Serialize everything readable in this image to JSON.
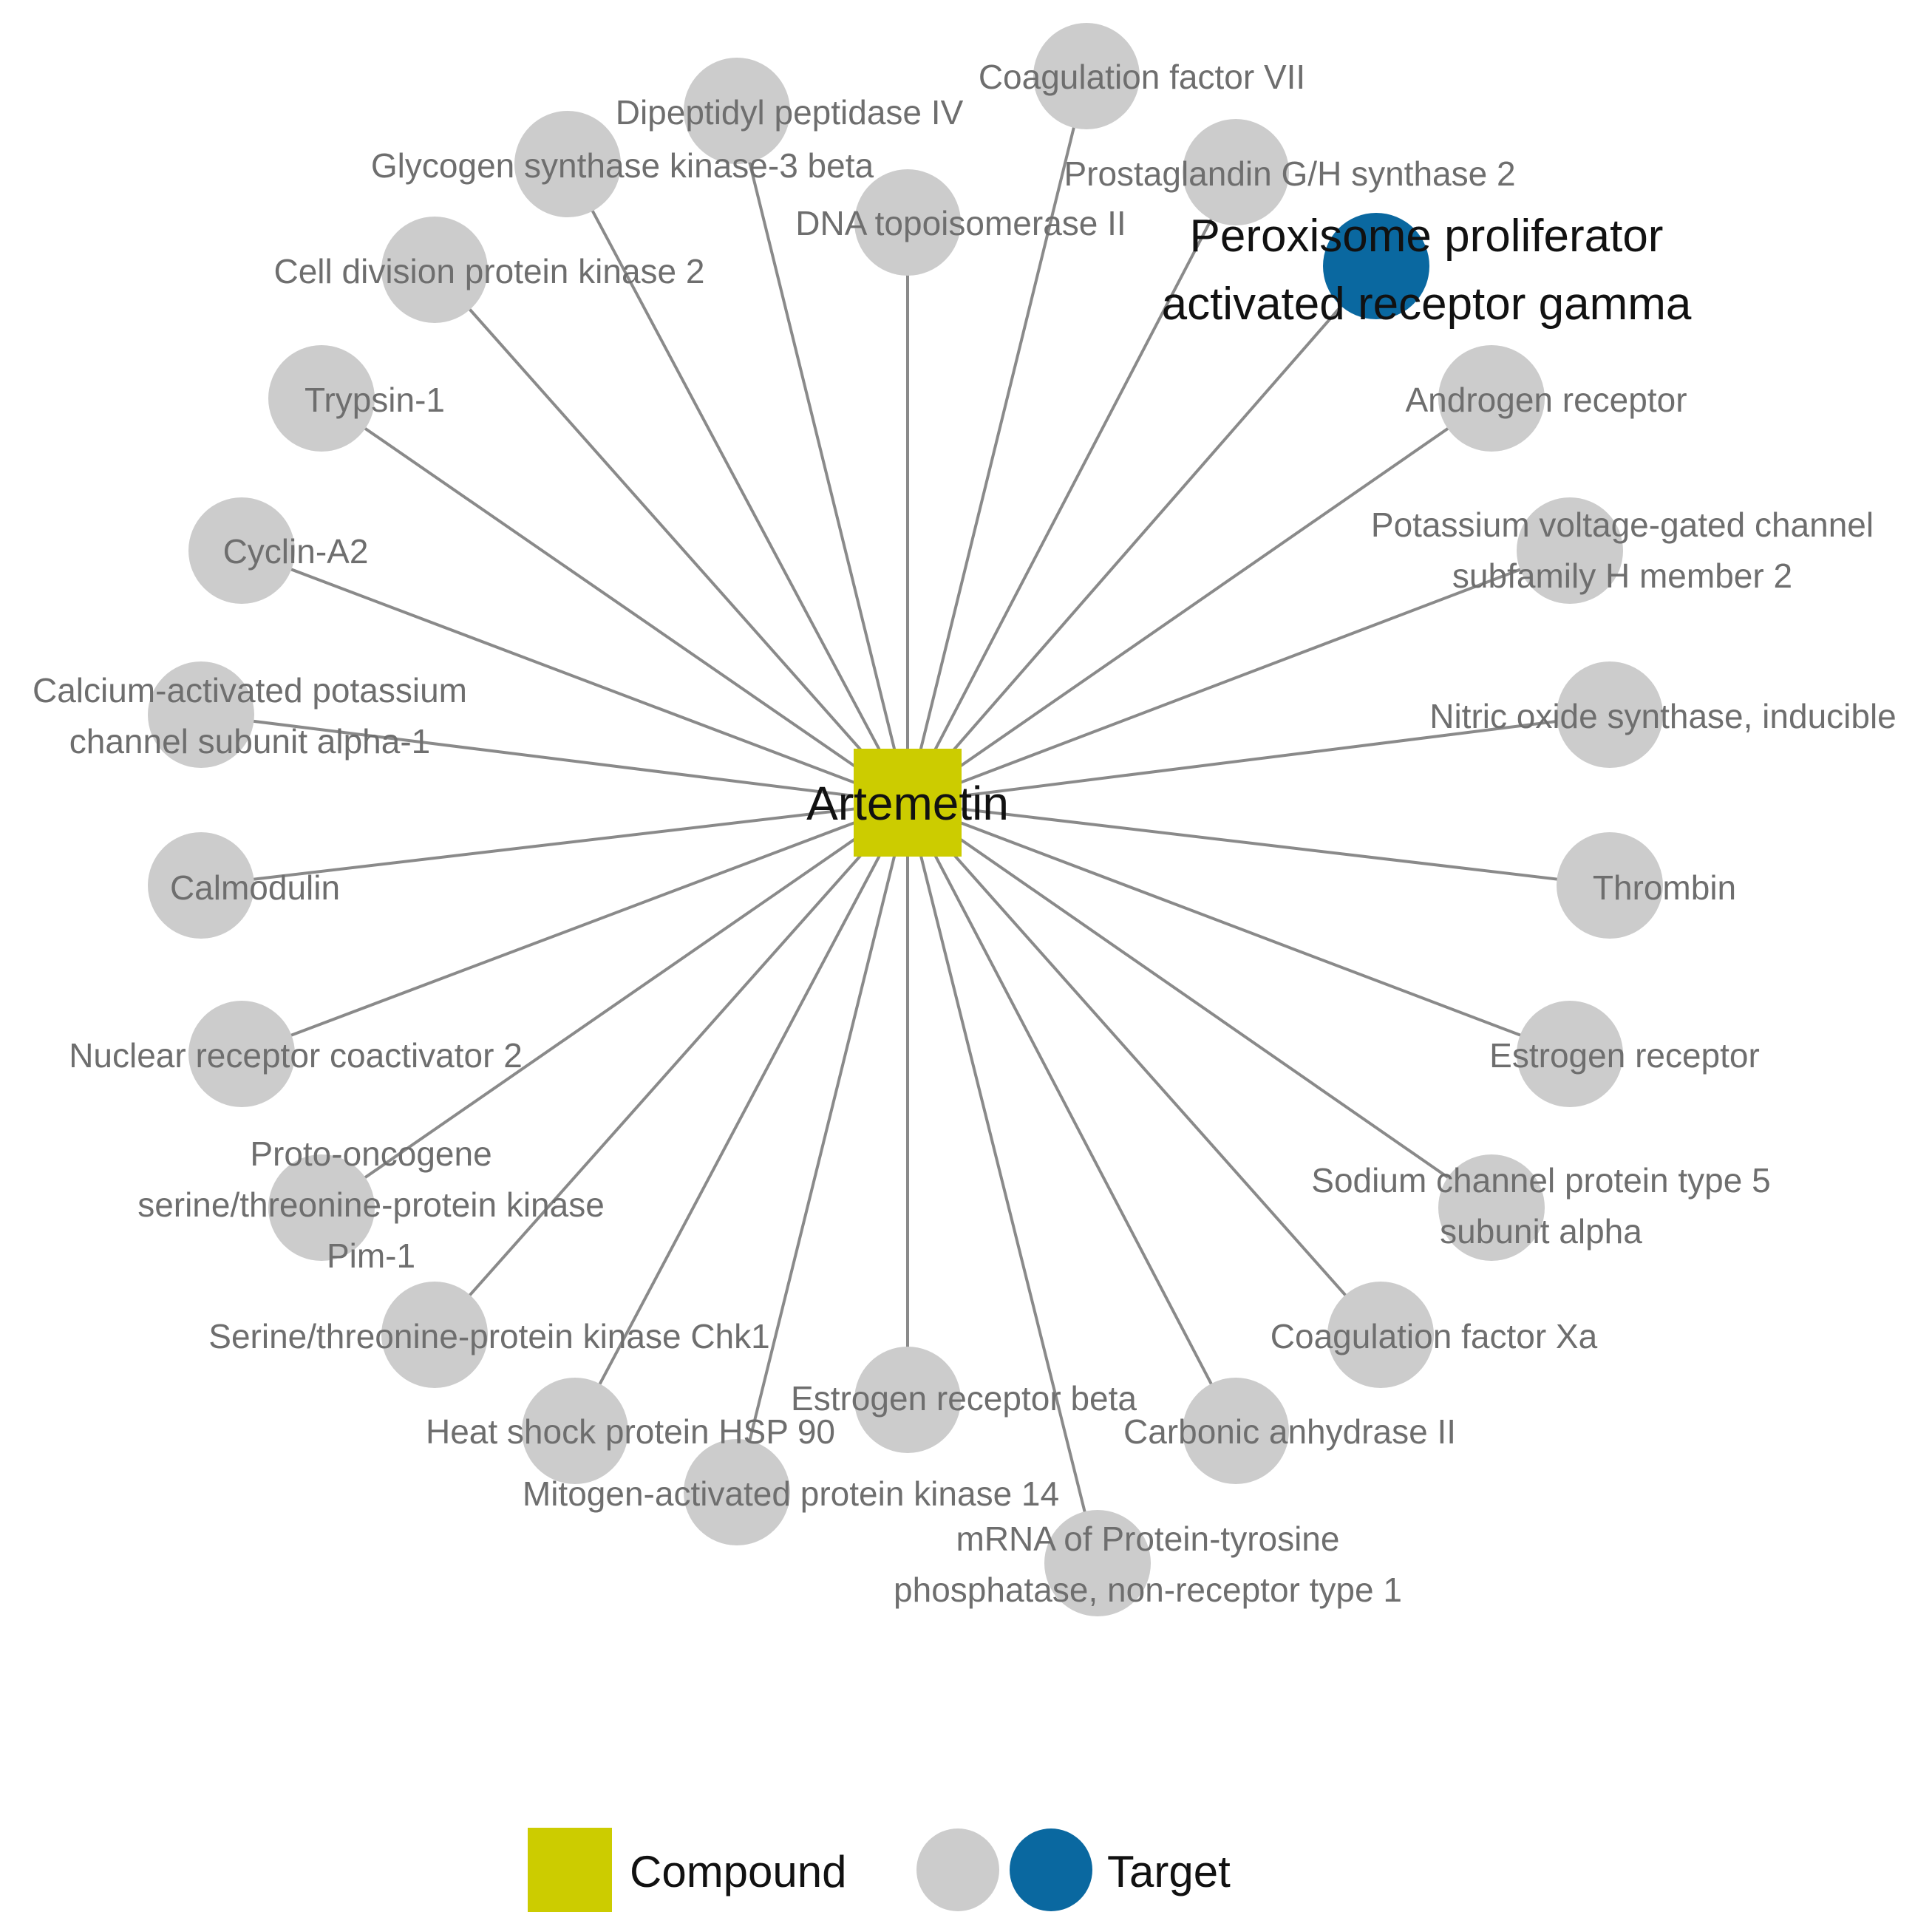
{
  "colors": {
    "compound": "#cccc00",
    "target": "#cccccc",
    "highlight_target": "#0a68a0",
    "edge": "#8a8a8a"
  },
  "compound": {
    "label": "Artemetin"
  },
  "targets": [
    {
      "id": "coagulation-factor-vii",
      "lines": [
        "Coagulation factor VII"
      ]
    },
    {
      "id": "dipeptidyl-peptidase-iv",
      "lines": [
        "Dipeptidyl peptidase IV"
      ]
    },
    {
      "id": "prostaglandin-gh-synthase-2",
      "lines": [
        "Prostaglandin G/H synthase 2"
      ]
    },
    {
      "id": "glycogen-synthase-kinase-3-beta",
      "lines": [
        "Glycogen synthase kinase-3 beta"
      ]
    },
    {
      "id": "dna-topoisomerase-ii",
      "lines": [
        "DNA topoisomerase II"
      ]
    },
    {
      "id": "pparg",
      "lines": [
        "Peroxisome proliferator",
        "activated receptor gamma"
      ],
      "highlight": true
    },
    {
      "id": "cell-division-protein-kinase-2",
      "lines": [
        "Cell division protein kinase 2"
      ]
    },
    {
      "id": "trypsin-1",
      "lines": [
        "Trypsin-1"
      ]
    },
    {
      "id": "androgen-receptor",
      "lines": [
        "Androgen receptor"
      ]
    },
    {
      "id": "cyclin-a2",
      "lines": [
        "Cyclin-A2"
      ]
    },
    {
      "id": "kcnh2",
      "lines": [
        "Potassium voltage-gated channel",
        "subfamily H member 2"
      ]
    },
    {
      "id": "kcnma1",
      "lines": [
        "Calcium-activated potassium",
        "channel subunit alpha-1"
      ]
    },
    {
      "id": "nos2",
      "lines": [
        "Nitric oxide synthase, inducible"
      ]
    },
    {
      "id": "calmodulin",
      "lines": [
        "Calmodulin"
      ]
    },
    {
      "id": "thrombin",
      "lines": [
        "Thrombin"
      ]
    },
    {
      "id": "ncoa2",
      "lines": [
        "Nuclear receptor coactivator 2"
      ]
    },
    {
      "id": "estrogen-receptor",
      "lines": [
        "Estrogen receptor"
      ]
    },
    {
      "id": "pim-1",
      "lines": [
        "Proto-oncogene",
        "serine/threonine-protein kinase",
        "Pim-1"
      ]
    },
    {
      "id": "scn5a",
      "lines": [
        "Sodium channel protein type 5",
        "subunit alpha"
      ]
    },
    {
      "id": "chk1",
      "lines": [
        "Serine/threonine-protein kinase Chk1"
      ]
    },
    {
      "id": "coagulation-factor-xa",
      "lines": [
        "Coagulation factor Xa"
      ]
    },
    {
      "id": "estrogen-receptor-beta",
      "lines": [
        "Estrogen receptor beta"
      ]
    },
    {
      "id": "hsp90",
      "lines": [
        "Heat shock protein HSP 90"
      ]
    },
    {
      "id": "carbonic-anhydrase-ii",
      "lines": [
        "Carbonic anhydrase II"
      ]
    },
    {
      "id": "mapk14",
      "lines": [
        "Mitogen-activated protein kinase 14"
      ]
    },
    {
      "id": "ptpn1",
      "lines": [
        "mRNA of Protein-tyrosine",
        "phosphatase, non-receptor type 1"
      ]
    }
  ],
  "legend": {
    "compound_label": "Compound",
    "target_label": "Target"
  }
}
